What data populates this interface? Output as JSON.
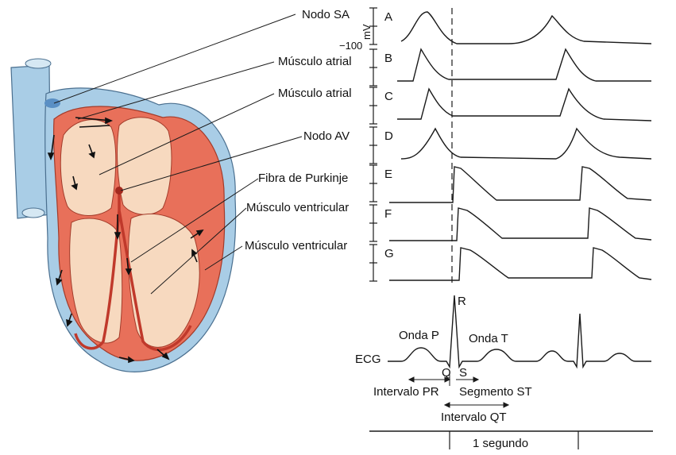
{
  "labels": {
    "sa_node": "Nodo SA",
    "atrial_1": "Músculo atrial",
    "atrial_2": "Músculo atrial",
    "av_node": "Nodo AV",
    "purkinje": "Fibra de Purkinje",
    "ventricular_1": "Músculo ventricular",
    "ventricular_2": "Músculo ventricular"
  },
  "axis": {
    "unit": "mV",
    "min_value": "−100"
  },
  "traces": [
    "A",
    "B",
    "C",
    "D",
    "E",
    "F",
    "G"
  ],
  "ecg": {
    "label": "ECG",
    "wave_p": "Onda P",
    "wave_r": "R",
    "wave_t": "Onda T",
    "wave_q": "Q",
    "wave_s": "S",
    "pr_interval": "Intervalo PR",
    "st_segment": "Segmento ST",
    "qt_interval": "Intervalo QT"
  },
  "timebar": {
    "label": "1 segundo"
  },
  "colors": {
    "pericardium": "#a9cde6",
    "myocardium": "#e8705a",
    "chamber": "#f7d9bf",
    "conduction": "#c0392b",
    "sa_node": "#5a8fc4"
  }
}
